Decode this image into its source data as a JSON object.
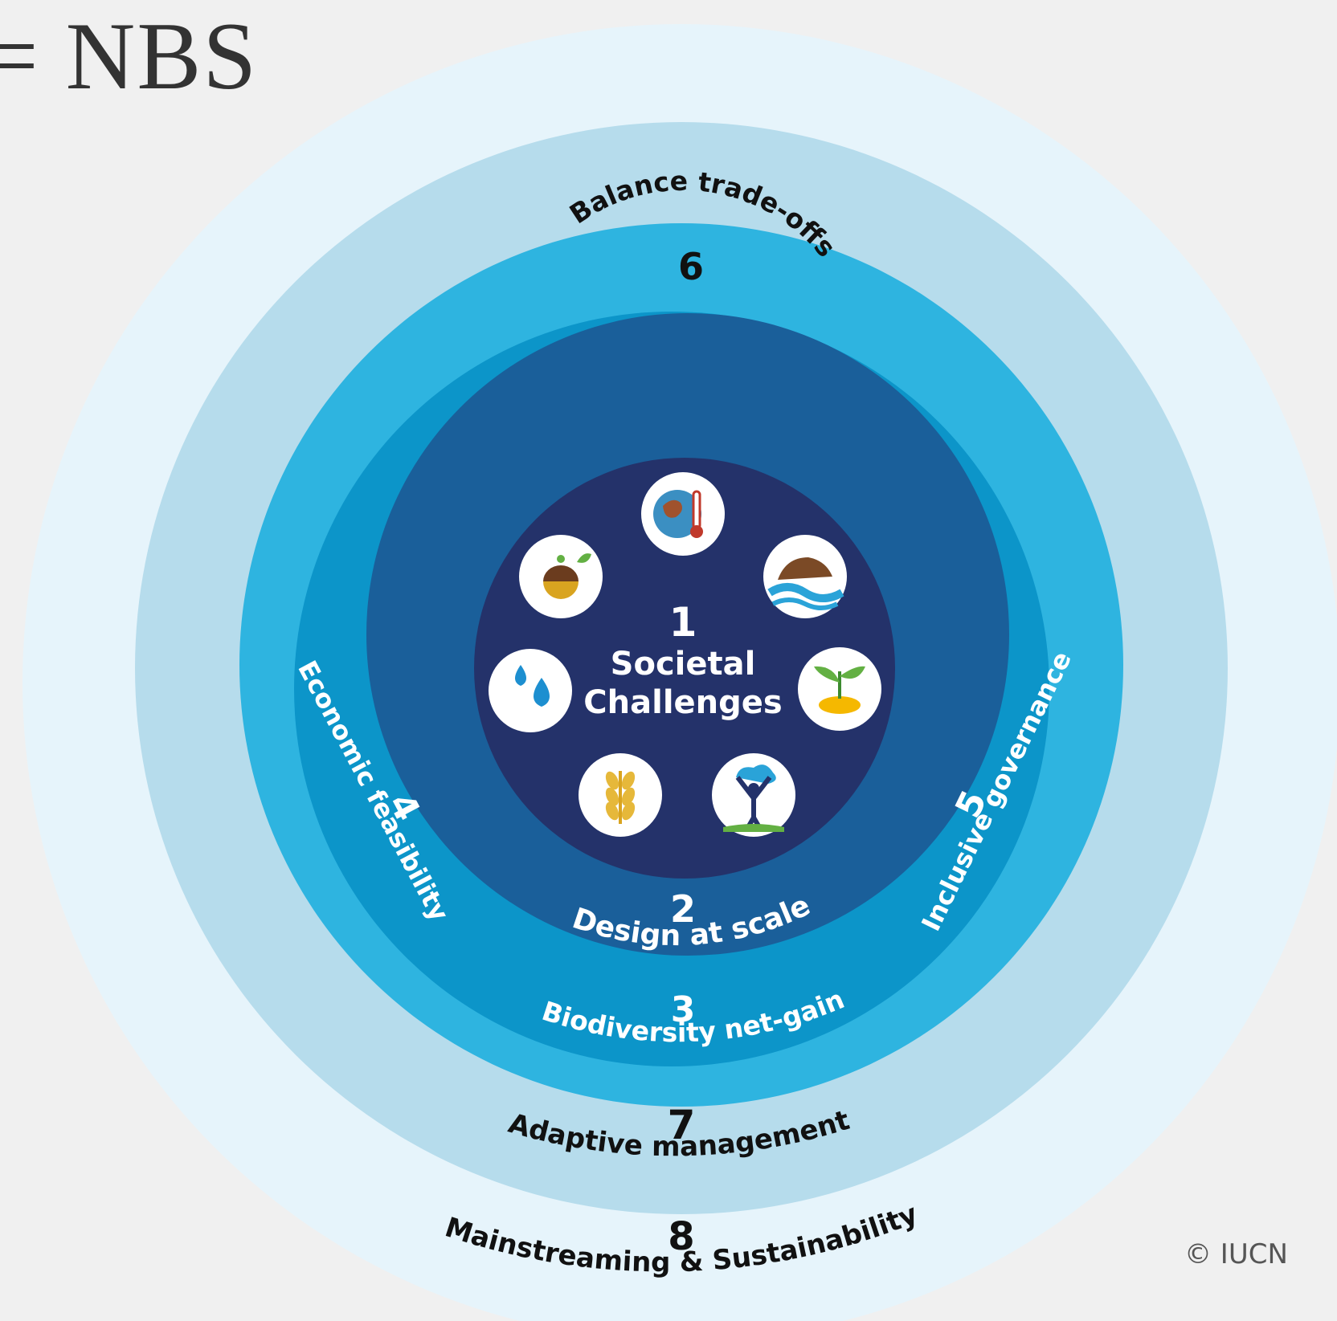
{
  "title": "= NBS",
  "copyright": "© IUCN",
  "center": {
    "number": "1",
    "line1": "Societal",
    "line2": "Challenges"
  },
  "rings": {
    "r2": {
      "number": "2",
      "label": "Design at scale"
    },
    "r3": {
      "number": "3",
      "label": "Biodiversity net-gain"
    },
    "r4": {
      "number": "4",
      "label": "Economic feasibility"
    },
    "r5": {
      "number": "5",
      "label": "Inclusive governance"
    },
    "r6": {
      "number": "6",
      "label": "Balance trade-offs"
    },
    "r7": {
      "number": "7",
      "label": "Adaptive management"
    },
    "r8": {
      "number": "8",
      "label": "Mainstreaming & Sustainability"
    }
  },
  "icons": [
    "climate-change-icon",
    "disaster-risk-icon",
    "economic-development-icon",
    "human-health-icon",
    "food-security-icon",
    "water-security-icon",
    "ecosystem-degradation-icon"
  ],
  "colors": {
    "background": "#f0f0f0",
    "ring8": "#e6f4fb",
    "ring7": "#b6dcec",
    "ring6": "#2eb4e0",
    "ring3": "#0c95c9",
    "ring2": "#1a5f9a",
    "core": "#24326a"
  }
}
